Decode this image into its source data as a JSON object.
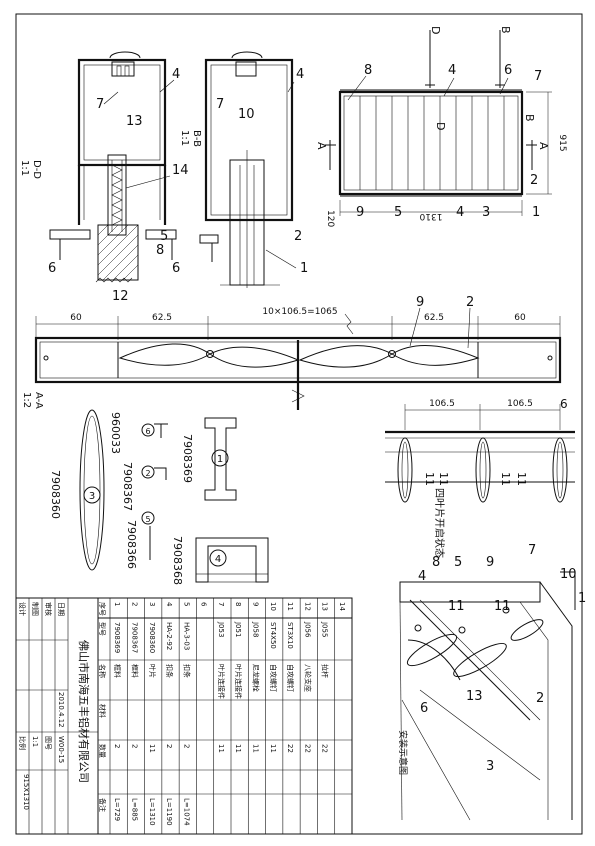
{
  "labels": {
    "sec_a": "A-A",
    "sec_a_scale": "1:2",
    "sec_b": "B-B",
    "sec_b_scale": "1:1",
    "sec_d": "D-D",
    "sec_d_scale": "1:1",
    "dim_total": "10×106.5=1065",
    "dim_60": "60",
    "dim_625": "62.5",
    "dim_1065": "106.5",
    "dim_1310": "1310",
    "dim_915": "915",
    "dim_120": "120",
    "note_view": "四叶片开启状态",
    "note_axon": "安装示意图"
  },
  "callouts": [
    "1",
    "2",
    "3",
    "4",
    "5",
    "6",
    "7",
    "8",
    "9",
    "10",
    "11",
    "12",
    "13",
    "14"
  ],
  "profiles": {
    "p3": "7908360",
    "p6": "960033",
    "p2": "7908367",
    "p5": "7908366",
    "p1": "7908369",
    "p4": "7908368"
  },
  "title_block": {
    "company": "佛山市南海五丰铝材有限公司",
    "rows": [
      {
        "k": "设计",
        "v": ""
      },
      {
        "k": "制图",
        "v": ""
      },
      {
        "k": "审核",
        "v": ""
      },
      {
        "k": "日期",
        "v": "2010.4.12"
      }
    ],
    "cols": [
      "比例",
      "1:1",
      "图号",
      "W00-15"
    ],
    "size": "915X1310"
  },
  "bom": {
    "headers": [
      "序号",
      "型号",
      "名称",
      "材料",
      "数量",
      "备注"
    ],
    "rows": [
      {
        "n": "1",
        "code": "7908369",
        "name": "框料",
        "mat": "",
        "qty": "2",
        "rem": "L=729"
      },
      {
        "n": "2",
        "code": "7908367",
        "name": "框料",
        "mat": "",
        "qty": "2",
        "rem": "L=885"
      },
      {
        "n": "3",
        "code": "7908360",
        "name": "叶片",
        "mat": "",
        "qty": "11",
        "rem": "L=1310"
      },
      {
        "n": "4",
        "code": "HA-2-92",
        "name": "扣条",
        "mat": "",
        "qty": "2",
        "rem": "L=1190"
      },
      {
        "n": "5",
        "code": "HA-3-03",
        "name": "扣条",
        "mat": "",
        "qty": "2",
        "rem": "L=1074"
      },
      {
        "n": "6",
        "code": "",
        "name": "",
        "mat": "",
        "qty": "",
        "rem": ""
      },
      {
        "n": "7",
        "code": "J053",
        "name": "叶片连接件",
        "mat": "",
        "qty": "11",
        "rem": ""
      },
      {
        "n": "8",
        "code": "J051",
        "name": "叶片连接件",
        "mat": "",
        "qty": "11",
        "rem": ""
      },
      {
        "n": "9",
        "code": "J058",
        "name": "尼龙螺栓",
        "mat": "",
        "qty": "11",
        "rem": ""
      },
      {
        "n": "10",
        "code": "ST4X50",
        "name": "自攻螺钉",
        "mat": "",
        "qty": "11",
        "rem": ""
      },
      {
        "n": "11",
        "code": "ST3X10",
        "name": "自攻螺钉",
        "mat": "",
        "qty": "22",
        "rem": ""
      },
      {
        "n": "12",
        "code": "J056",
        "name": "八轮支座",
        "mat": "",
        "qty": "22",
        "rem": ""
      },
      {
        "n": "13",
        "code": "J055",
        "name": "拉杆",
        "mat": "",
        "qty": "22",
        "rem": ""
      },
      {
        "n": "14",
        "code": "",
        "name": "",
        "mat": "",
        "qty": "",
        "rem": ""
      }
    ]
  }
}
